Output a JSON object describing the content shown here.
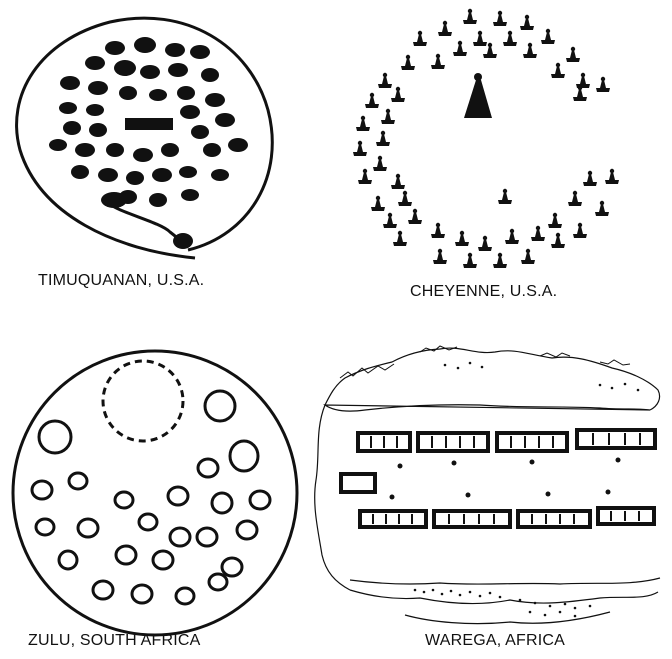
{
  "captions": {
    "timuquanan": "TIMUQUANAN, U.S.A.",
    "cheyenne": "CHEYENNE, U.S.A.",
    "zulu": "ZULU, SOUTH AFRICA",
    "warega": "WAREGA, AFRICA"
  },
  "colors": {
    "ink": "#111111",
    "paper": "#ffffff"
  }
}
